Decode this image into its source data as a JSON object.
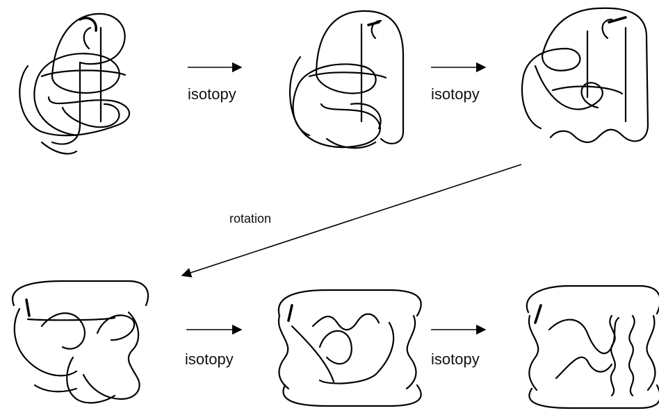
{
  "steps": [
    {
      "label": "isotopy"
    },
    {
      "label": "isotopy"
    },
    {
      "label": "rotation"
    },
    {
      "label": "isotopy"
    },
    {
      "label": "isotopy"
    }
  ],
  "colors": {
    "stroke": "#000000",
    "background": "#ffffff"
  }
}
